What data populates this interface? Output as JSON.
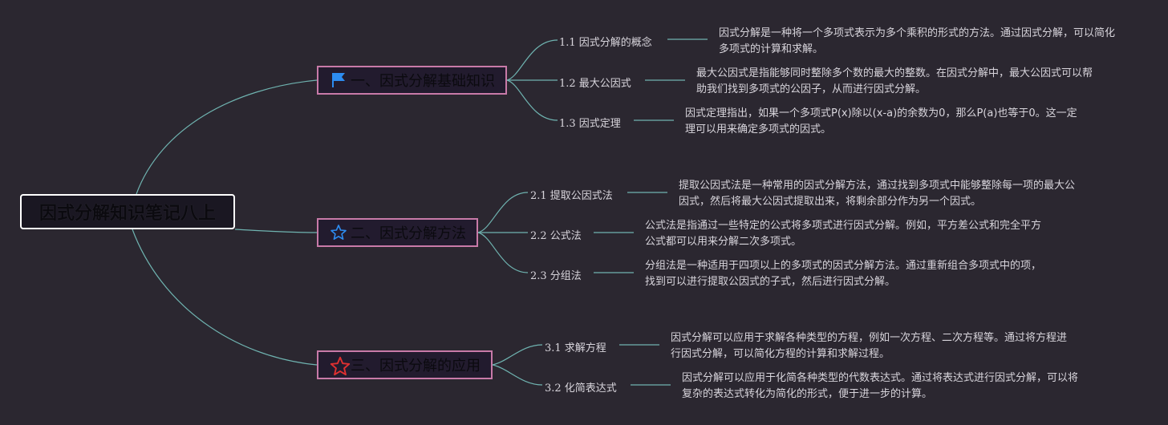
{
  "root": {
    "title": "因式分解知识笔记八上"
  },
  "branches": [
    {
      "title": "一、因式分解基础知识",
      "icon": "flag-icon",
      "children": [
        {
          "label": "1.1 因式分解的概念",
          "desc": "因式分解是一种将一个多项式表示为多个乘积的形式的方法。通过因式分解，可以简化多项式的计算和求解。"
        },
        {
          "label": "1.2 最大公因式",
          "desc": "最大公因式是指能够同时整除多个数的最大的整数。在因式分解中，最大公因式可以帮助我们找到多项式的公因子，从而进行因式分解。"
        },
        {
          "label": "1.3 因式定理",
          "desc": "因式定理指出，如果一个多项式P(x)除以(x-a)的余数为0，那么P(a)也等于0。这一定理可以用来确定多项式的因式。"
        }
      ]
    },
    {
      "title": "二、因式分解方法",
      "icon": "star-outline-icon",
      "children": [
        {
          "label": "2.1 提取公因式法",
          "desc": "提取公因式法是一种常用的因式分解方法，通过找到多项式中能够整除每一项的最大公因式，然后将最大公因式提取出来，将剩余部分作为另一个因式。"
        },
        {
          "label": "2.2 公式法",
          "desc": "公式法是指通过一些特定的公式将多项式进行因式分解。例如，平方差公式和完全平方公式都可以用来分解二次多项式。"
        },
        {
          "label": "2.3 分组法",
          "desc": "分组法是一种适用于四项以上的多项式的因式分解方法。通过重新组合多项式中的项，找到可以进行提取公因式的子式，然后进行因式分解。"
        }
      ]
    },
    {
      "title": "三、因式分解的应用",
      "icon": "star-red-icon",
      "children": [
        {
          "label": "3.1 求解方程",
          "desc": "因式分解可以应用于求解各种类型的方程，例如一次方程、二次方程等。通过将方程进行因式分解，可以简化方程的计算和求解过程。"
        },
        {
          "label": "3.2 化简表达式",
          "desc": "因式分解可以应用于化简各种类型的代数表达式。通过将表达式进行因式分解，可以将复杂的表达式转化为简化的形式，便于进一步的计算。"
        }
      ]
    }
  ],
  "colors": {
    "background": "#2b2730",
    "link": "#6fb3b0",
    "branch_border": "#c87aa8",
    "flag": "#2d8cf0",
    "star_outline": "#2d8cf0",
    "star_red": "#e03030"
  }
}
